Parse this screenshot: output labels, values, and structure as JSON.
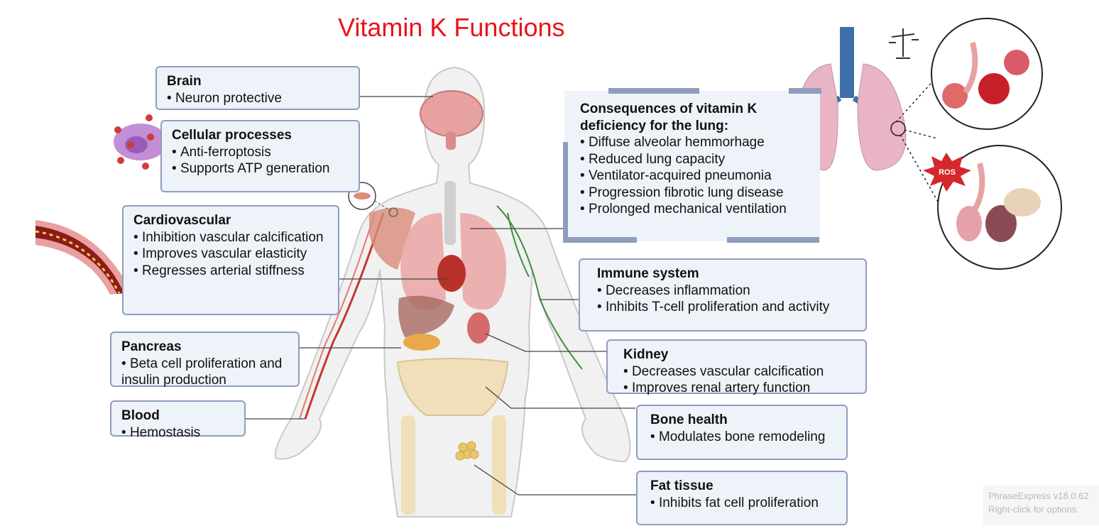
{
  "title": "Vitamin K Functions",
  "ros_label": "ROS",
  "boxes": {
    "brain": {
      "heading": "Brain",
      "items": [
        "Neuron protective"
      ]
    },
    "cellular": {
      "heading": "Cellular processes",
      "items": [
        "Anti-ferroptosis",
        "Supports ATP generation"
      ]
    },
    "cardio": {
      "heading": "Cardiovascular",
      "items": [
        "Inhibition vascular calcification",
        "Improves vascular elasticity",
        "Regresses arterial stiffness"
      ]
    },
    "pancreas": {
      "heading": "Pancreas",
      "items": [
        "Beta cell proliferation and insulin production"
      ]
    },
    "blood": {
      "heading": "Blood",
      "items": [
        "Hemostasis"
      ]
    },
    "immune": {
      "heading": "Immune system",
      "items": [
        "Decreases inflammation",
        "Inhibits T-cell proliferation and activity"
      ]
    },
    "kidney": {
      "heading": "Kidney",
      "items": [
        "Decreases vascular calcification",
        "Improves renal artery function"
      ]
    },
    "bone": {
      "heading": "Bone health",
      "items": [
        "Modulates bone remodeling"
      ]
    },
    "fat": {
      "heading": "Fat tissue",
      "items": [
        "Inhibits fat cell proliferation"
      ]
    }
  },
  "lung_consequences": {
    "heading": "Consequences of vitamin K deficiency for the lung:",
    "items": [
      "Diffuse alveolar hemmorhage",
      "Reduced lung capacity",
      "Ventilator-acquired pneumonia",
      "Progression fibrotic lung disease",
      "Prolonged mechanical ventilation"
    ]
  },
  "watermark": {
    "line1": "PhraseExpress v18.0.62",
    "line2": "Right-click for options."
  },
  "colors": {
    "title": "#e8141b",
    "box_fill": "#eef3fa",
    "box_border": "#8f9dbf"
  }
}
